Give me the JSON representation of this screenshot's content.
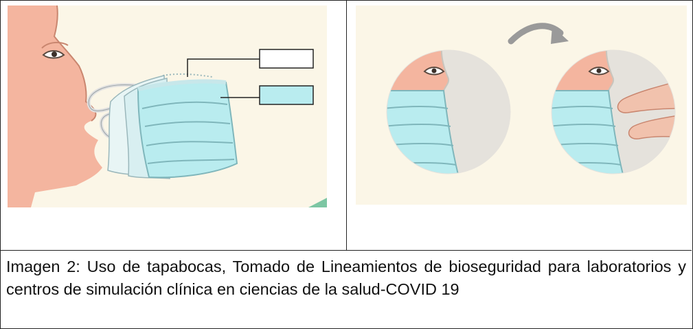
{
  "figure_left": {
    "icon": "face-mask-parts-illustration",
    "colors": {
      "background": "#fbf6e7",
      "skin": "#f4b59f",
      "mask": "#b9ecef"
    }
  },
  "figure_right": {
    "icon": "mask-fitting-illustration",
    "colors": {
      "background": "#fbf6e7",
      "circle": "#e5e2dc"
    }
  },
  "caption": " Imagen 2: Uso de tapabocas, Tomado de  Lineamientos de bioseguridad para laboratorios y centros de simulación clínica en ciencias de la salud-COVID 19"
}
